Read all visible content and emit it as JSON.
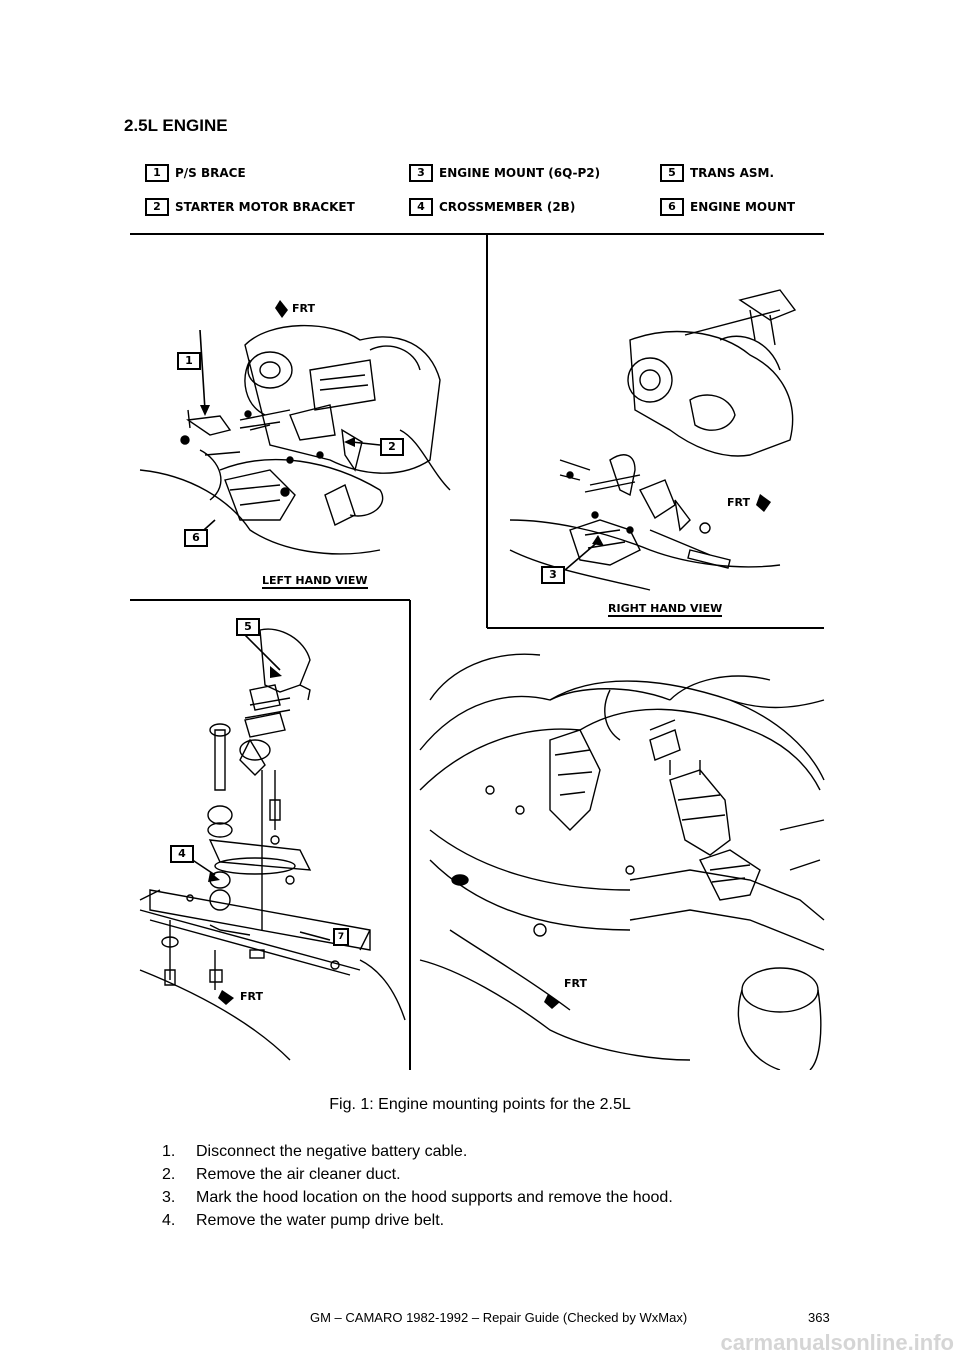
{
  "section_title": "2.5L ENGINE",
  "legend": [
    {
      "num": "1",
      "label": "P/S BRACE"
    },
    {
      "num": "2",
      "label": "STARTER MOTOR BRACKET"
    },
    {
      "num": "3",
      "label": "ENGINE MOUNT (6Q-P2)"
    },
    {
      "num": "4",
      "label": "CROSSMEMBER (2B)"
    },
    {
      "num": "5",
      "label": "TRANS ASM."
    },
    {
      "num": "6",
      "label": "ENGINE MOUNT"
    }
  ],
  "figure": {
    "left_view_label": "LEFT HAND VIEW",
    "right_view_label": "RIGHT HAND VIEW",
    "frt_label": "FRT",
    "callouts": [
      "1",
      "2",
      "6",
      "3",
      "5",
      "4",
      "7"
    ]
  },
  "caption": "Fig. 1: Engine mounting points for the 2.5L",
  "steps": [
    {
      "num": "1.",
      "text": "Disconnect the negative battery cable."
    },
    {
      "num": "2.",
      "text": "Remove the air cleaner duct."
    },
    {
      "num": "3.",
      "text": "Mark the hood location on the hood supports and remove the hood."
    },
    {
      "num": "4.",
      "text": "Remove the water pump drive belt."
    }
  ],
  "footer": {
    "text": "GM – CAMARO 1982-1992 – Repair Guide (Checked by WxMax)",
    "page": "363"
  },
  "watermark": "carmanualsonline.info"
}
